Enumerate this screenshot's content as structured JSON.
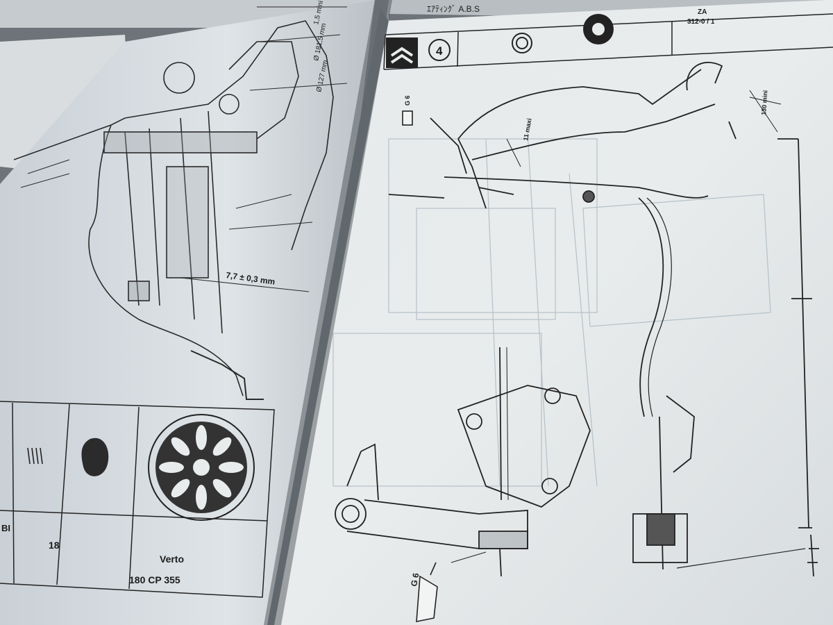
{
  "left_page": {
    "dimensions": {
      "clearance": "1,5 mini",
      "dia_outer": "Ø 181,5 mm",
      "dia_inner": "Ø 127 mm",
      "gap": "7,7 ± 0,3 mm"
    },
    "table": {
      "cell_partial": "BI",
      "quantity": "18",
      "color": "Verto",
      "part_code": "180 CP 355"
    }
  },
  "right_page": {
    "header": {
      "section_number": "4",
      "ref_line1": "ZA",
      "ref_line2": "312-0 / 1"
    },
    "dimensions": {
      "travel_max": "11 maxi",
      "travel_min": "130 mini"
    },
    "grease_label_1": "G 6",
    "grease_label_2": "G 6"
  },
  "background_text": "ｴｱﾃｨﾝｸﾞ A.B.S"
}
